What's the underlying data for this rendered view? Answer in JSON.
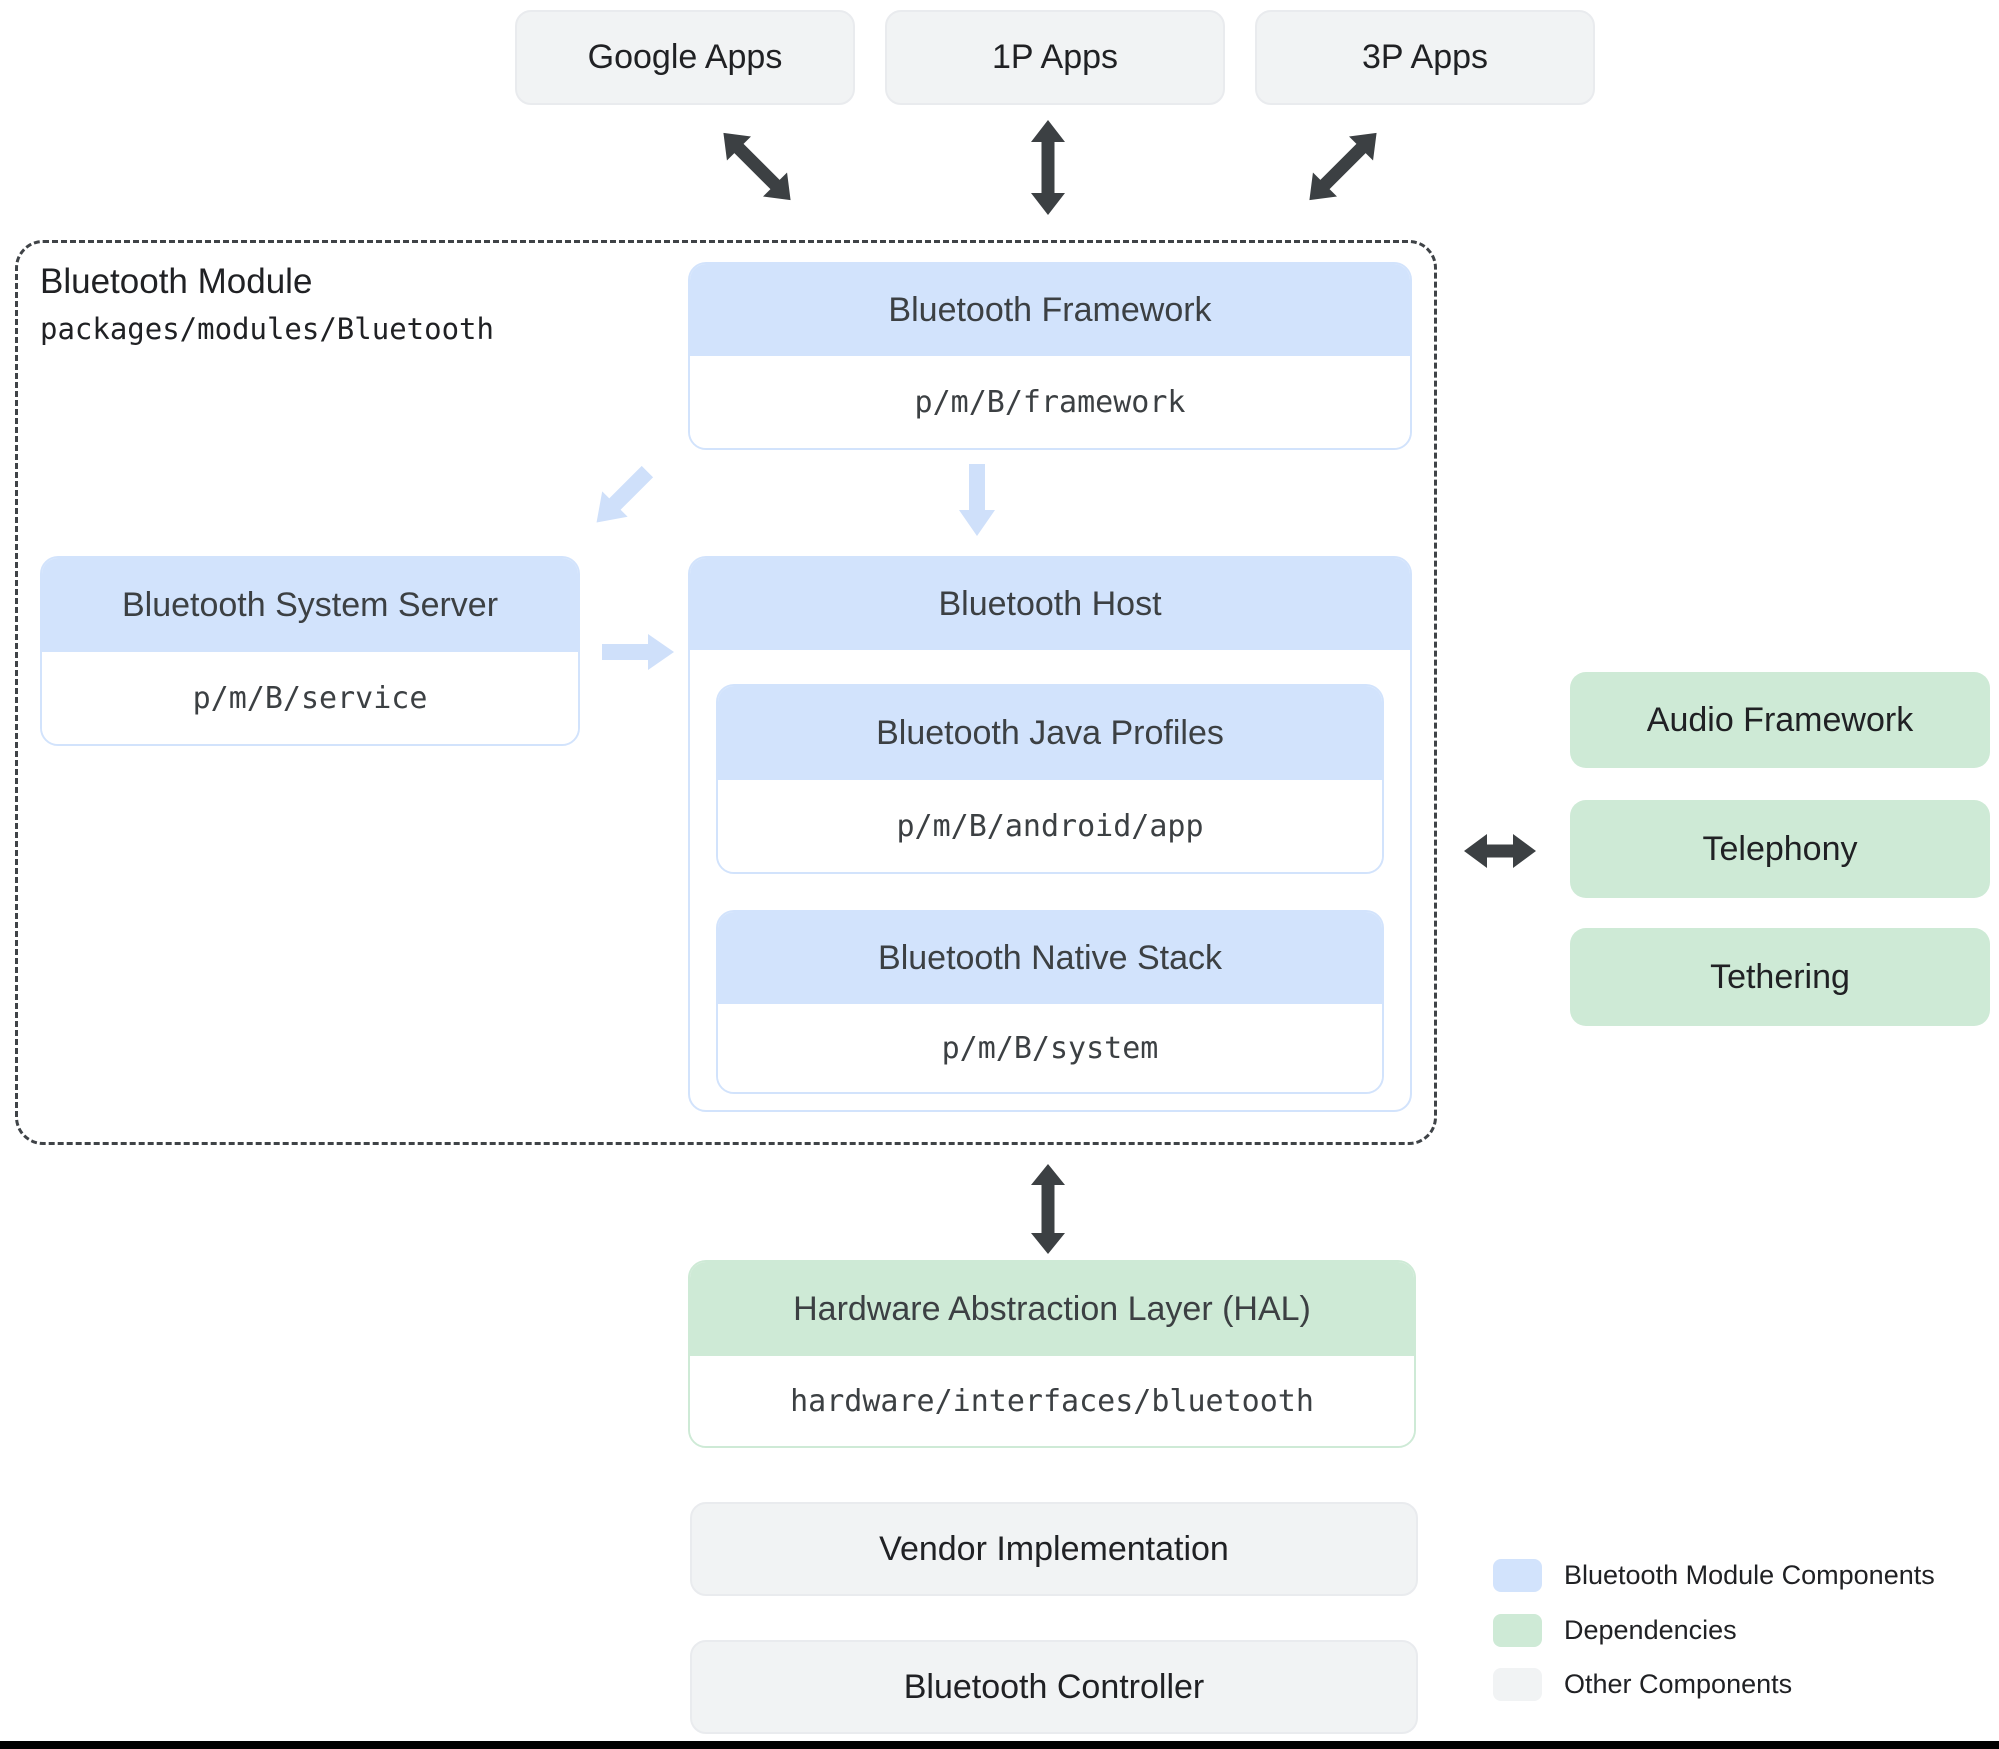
{
  "top_apps": [
    {
      "label": "Google Apps"
    },
    {
      "label": "1P Apps"
    },
    {
      "label": "3P Apps"
    }
  ],
  "module": {
    "title": "Bluetooth Module",
    "path": "packages/modules/Bluetooth",
    "framework": {
      "title": "Bluetooth Framework",
      "path": "p/m/B/framework"
    },
    "system_server": {
      "title": "Bluetooth System Server",
      "path": "p/m/B/service"
    },
    "host": {
      "title": "Bluetooth Host",
      "java_profiles": {
        "title": "Bluetooth Java Profiles",
        "path": "p/m/B/android/app"
      },
      "native_stack": {
        "title": "Bluetooth Native Stack",
        "path": "p/m/B/system"
      }
    }
  },
  "dependencies": [
    {
      "label": "Audio Framework"
    },
    {
      "label": "Telephony"
    },
    {
      "label": "Tethering"
    }
  ],
  "hal": {
    "title": "Hardware Abstraction Layer (HAL)",
    "path": "hardware/interfaces/bluetooth"
  },
  "other_components": [
    {
      "label": "Vendor Implementation"
    },
    {
      "label": "Bluetooth Controller"
    }
  ],
  "legend": [
    {
      "label": "Bluetooth Module Components",
      "color": "#d2e3fc"
    },
    {
      "label": "Dependencies",
      "color": "#ceead6"
    },
    {
      "label": "Other Components",
      "color": "#f1f3f4"
    }
  ],
  "colors": {
    "module_component": "#d2e3fc",
    "dependency": "#ceead6",
    "other": "#f1f3f4",
    "dark_arrow": "#3c4043",
    "light_arrow": "#cfe0fa",
    "header_text": "#3c4043",
    "text": "#202124"
  }
}
